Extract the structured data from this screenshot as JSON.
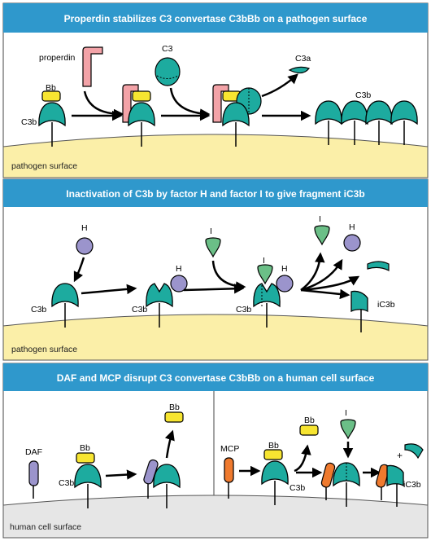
{
  "panels": [
    {
      "title": "Properdin stabilizes C3 convertase C3bBb on a pathogen surface",
      "surface": "pathogen surface",
      "labels": {
        "properdin": "properdin",
        "bb": "Bb",
        "c3b": "C3b",
        "c3": "C3",
        "c3a": "C3a",
        "c3b_row": "C3b"
      }
    },
    {
      "title": "Inactivation of C3b by factor H and factor I to give fragment iC3b",
      "surface": "pathogen surface",
      "labels": {
        "h1": "H",
        "c3b1": "C3b",
        "h2": "H",
        "c3b2": "C3b",
        "i1": "I",
        "i2": "I",
        "h3": "H",
        "c3b3": "C3b",
        "i_out": "I",
        "h_out": "H",
        "ic3b": "iC3b"
      }
    },
    {
      "title": "DAF and MCP disrupt C3 convertase C3bBb on a human cell surface",
      "surface": "human cell surface",
      "labels": {
        "daf": "DAF",
        "bb1": "Bb",
        "c3b1": "C3b",
        "bb_out1": "Bb",
        "mcp": "MCP",
        "bb2": "Bb",
        "c3b2": "C3b",
        "bb_out2": "Bb",
        "i": "I",
        "plus": "+",
        "ic3b": "iC3b"
      }
    }
  ],
  "colors": {
    "header": "#2f98cc",
    "pathogen_surface": "#fbefa8",
    "human_surface": "#e6e6e6",
    "c3b": "#1dab9f",
    "bb": "#f7e531",
    "properdin": "#f3a3a8",
    "factor_h": "#9b94cc",
    "factor_i": "#6bbf87",
    "daf": "#9b94cc",
    "mcp": "#ef7a2e"
  }
}
